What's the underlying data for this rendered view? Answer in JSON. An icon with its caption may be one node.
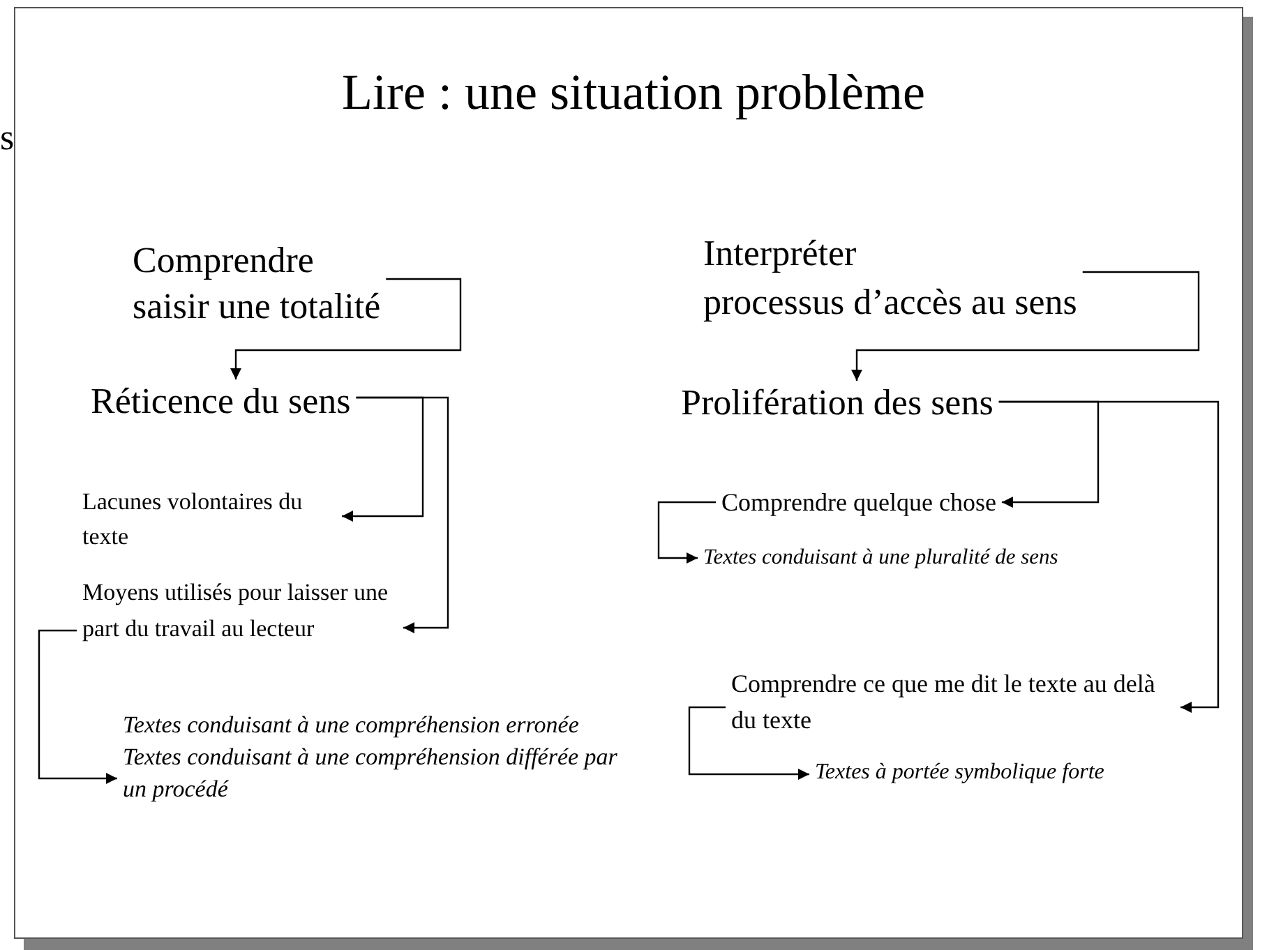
{
  "diagram": {
    "title": "Lire : une situation problème",
    "nodes": [
      {
        "text": [
          "Comprendre",
          "saisir une totalité"
        ]
      },
      {
        "text": [
          "Réticence du sens"
        ]
      },
      {
        "text": [
          "Lacunes volontaires du texte"
        ]
      },
      {
        "text": [
          "Moyens utilisés pour laisser une part du travail au lecteur"
        ]
      },
      {
        "text": [
          "Textes conduisant à une compréhension erronée",
          "Textes conduisant à une compréhension différée par un procédé"
        ]
      },
      {
        "text": [
          "Interpréter",
          "processus d’accès au sens"
        ]
      },
      {
        "text": [
          "Prolifération des sens"
        ]
      },
      {
        "text": [
          "Comprendre quelque chose"
        ]
      },
      {
        "text": [
          "Textes conduisant à une pluralité de sens"
        ]
      },
      {
        "text": [
          "Comprendre ce que me dit le texte au delà du texte"
        ]
      },
      {
        "text": [
          "Textes à portée symbolique forte"
        ]
      }
    ],
    "edges": [
      {
        "from": 0,
        "to": 1,
        "arrow": "to"
      },
      {
        "from": 1,
        "to": 2,
        "arrow": "to"
      },
      {
        "from": 1,
        "to": 3,
        "arrow": "to"
      },
      {
        "from": 3,
        "to": 4,
        "arrow": "to"
      },
      {
        "from": 5,
        "to": 6,
        "arrow": "to"
      },
      {
        "from": 6,
        "to": 7,
        "arrow": "to"
      },
      {
        "from": 7,
        "to": 8,
        "arrow": "to"
      },
      {
        "from": 6,
        "to": 9,
        "arrow": "to"
      },
      {
        "from": 9,
        "to": 10,
        "arrow": "to"
      }
    ],
    "labels": [
      "s"
    ]
  }
}
